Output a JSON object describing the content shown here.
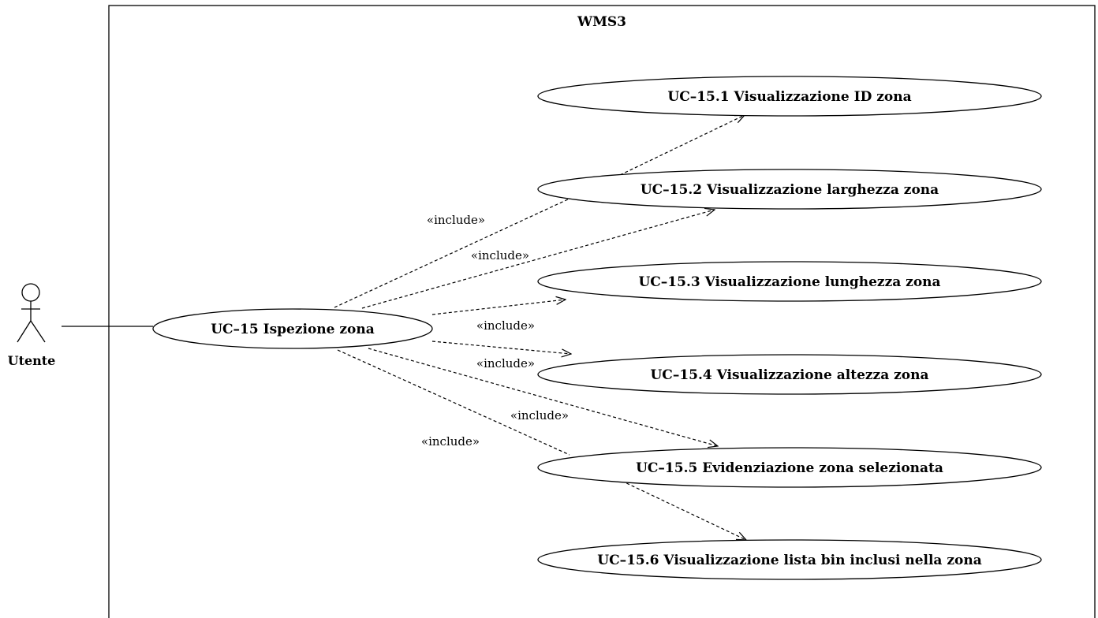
{
  "system": {
    "title": "WMS3"
  },
  "actor": {
    "name": "Utente"
  },
  "main_use_case": {
    "label": "UC–15 Ispezione zona"
  },
  "use_cases": [
    {
      "id": "uc-15-1",
      "label": "UC–15.1 Visualizzazione ID zona"
    },
    {
      "id": "uc-15-2",
      "label": "UC–15.2 Visualizzazione larghezza zona"
    },
    {
      "id": "uc-15-3",
      "label": "UC–15.3 Visualizzazione lunghezza zona"
    },
    {
      "id": "uc-15-4",
      "label": "UC–15.4 Visualizzazione altezza zona"
    },
    {
      "id": "uc-15-5",
      "label": "UC–15.5 Evidenziazione zona selezionata"
    },
    {
      "id": "uc-15-6",
      "label": "UC–15.6 Visualizzazione lista bin inclusi nella zona"
    }
  ],
  "relations": [
    {
      "from": "main",
      "to": "uc-15-1",
      "label": "«include»"
    },
    {
      "from": "main",
      "to": "uc-15-2",
      "label": "«include»"
    },
    {
      "from": "main",
      "to": "uc-15-3",
      "label": "«include»"
    },
    {
      "from": "main",
      "to": "uc-15-4",
      "label": "«include»"
    },
    {
      "from": "main",
      "to": "uc-15-5",
      "label": "«include»"
    },
    {
      "from": "main",
      "to": "uc-15-6",
      "label": "«include»"
    }
  ]
}
